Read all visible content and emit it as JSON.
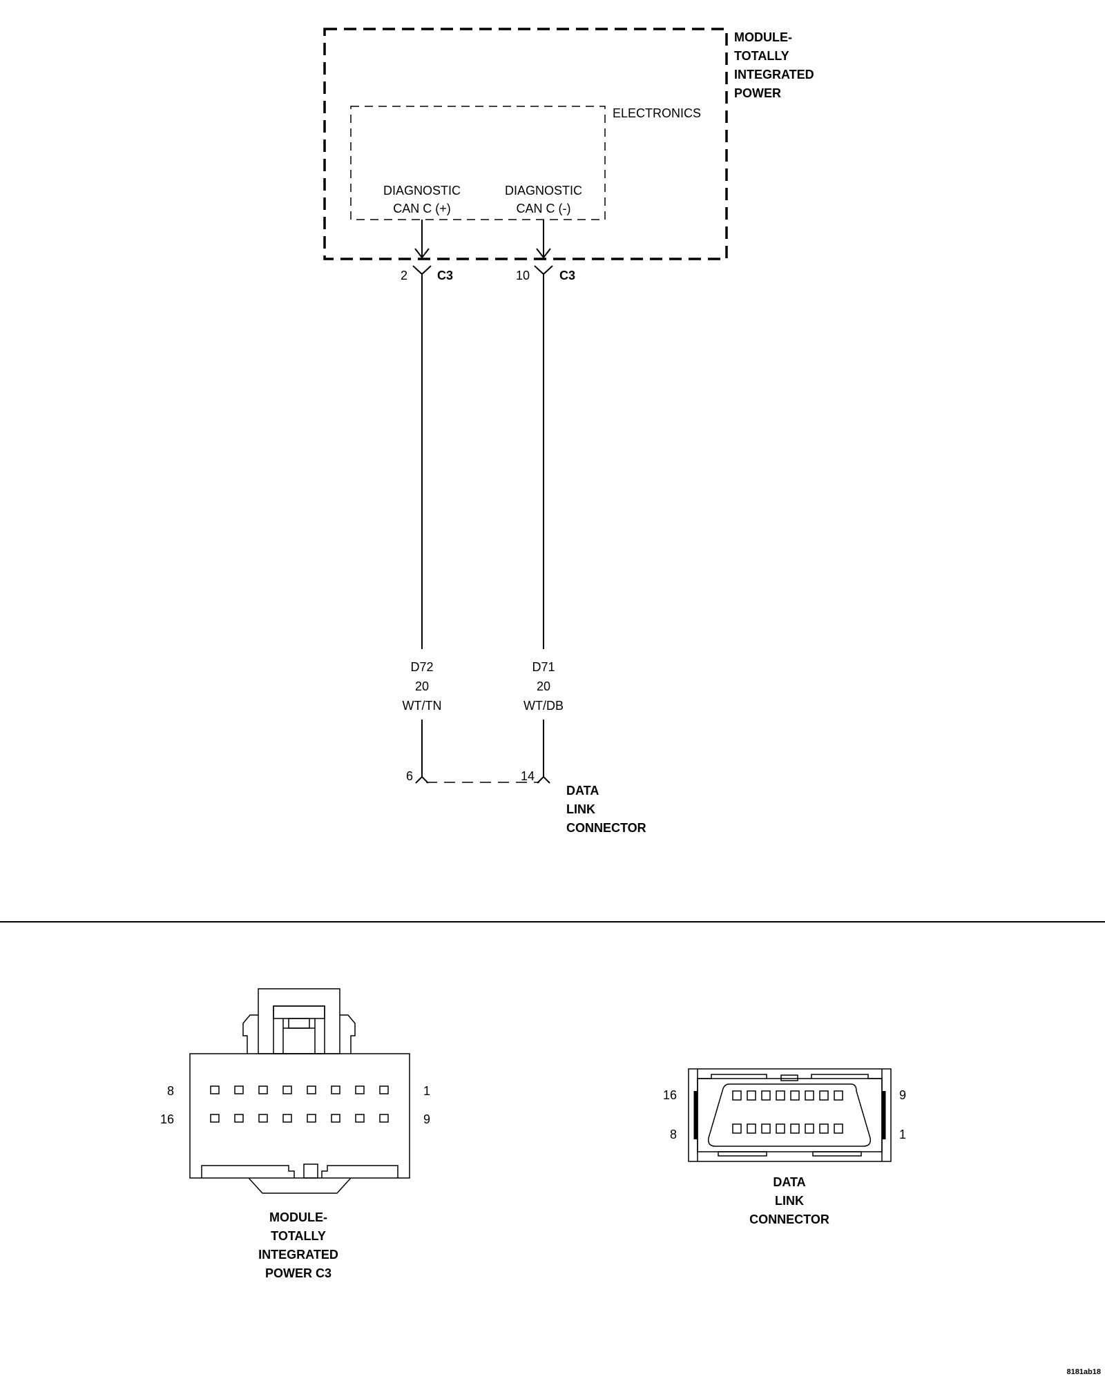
{
  "module": {
    "title_lines": [
      "MODULE-",
      "TOTALLY",
      "INTEGRATED",
      "POWER"
    ],
    "electronics_label": "ELECTRONICS",
    "circuits": [
      {
        "name_line1": "DIAGNOSTIC",
        "name_line2": "CAN C (+)",
        "pin": "2",
        "connector": "C3"
      },
      {
        "name_line1": "DIAGNOSTIC",
        "name_line2": "CAN C (-)",
        "pin": "10",
        "connector": "C3"
      }
    ]
  },
  "wires": [
    {
      "circuit": "D72",
      "gauge": "20",
      "color": "WT/TN",
      "end_pin": "6"
    },
    {
      "circuit": "D71",
      "gauge": "20",
      "color": "WT/DB",
      "end_pin": "14"
    }
  ],
  "data_link_connector": {
    "title_lines": [
      "DATA",
      "LINK",
      "CONNECTOR"
    ]
  },
  "connector_views": {
    "tipm_c3": {
      "caption_lines": [
        "MODULE-",
        "TOTALLY",
        "INTEGRATED",
        "POWER C3"
      ],
      "pin_labels": {
        "top_left": "8",
        "top_right": "1",
        "bottom_left": "16",
        "bottom_right": "9"
      }
    },
    "dlc": {
      "caption_lines": [
        "DATA",
        "LINK",
        "CONNECTOR"
      ],
      "pin_labels": {
        "top_left": "16",
        "top_right": "9",
        "bottom_left": "8",
        "bottom_right": "1"
      }
    }
  },
  "figure_id": "8181ab18"
}
